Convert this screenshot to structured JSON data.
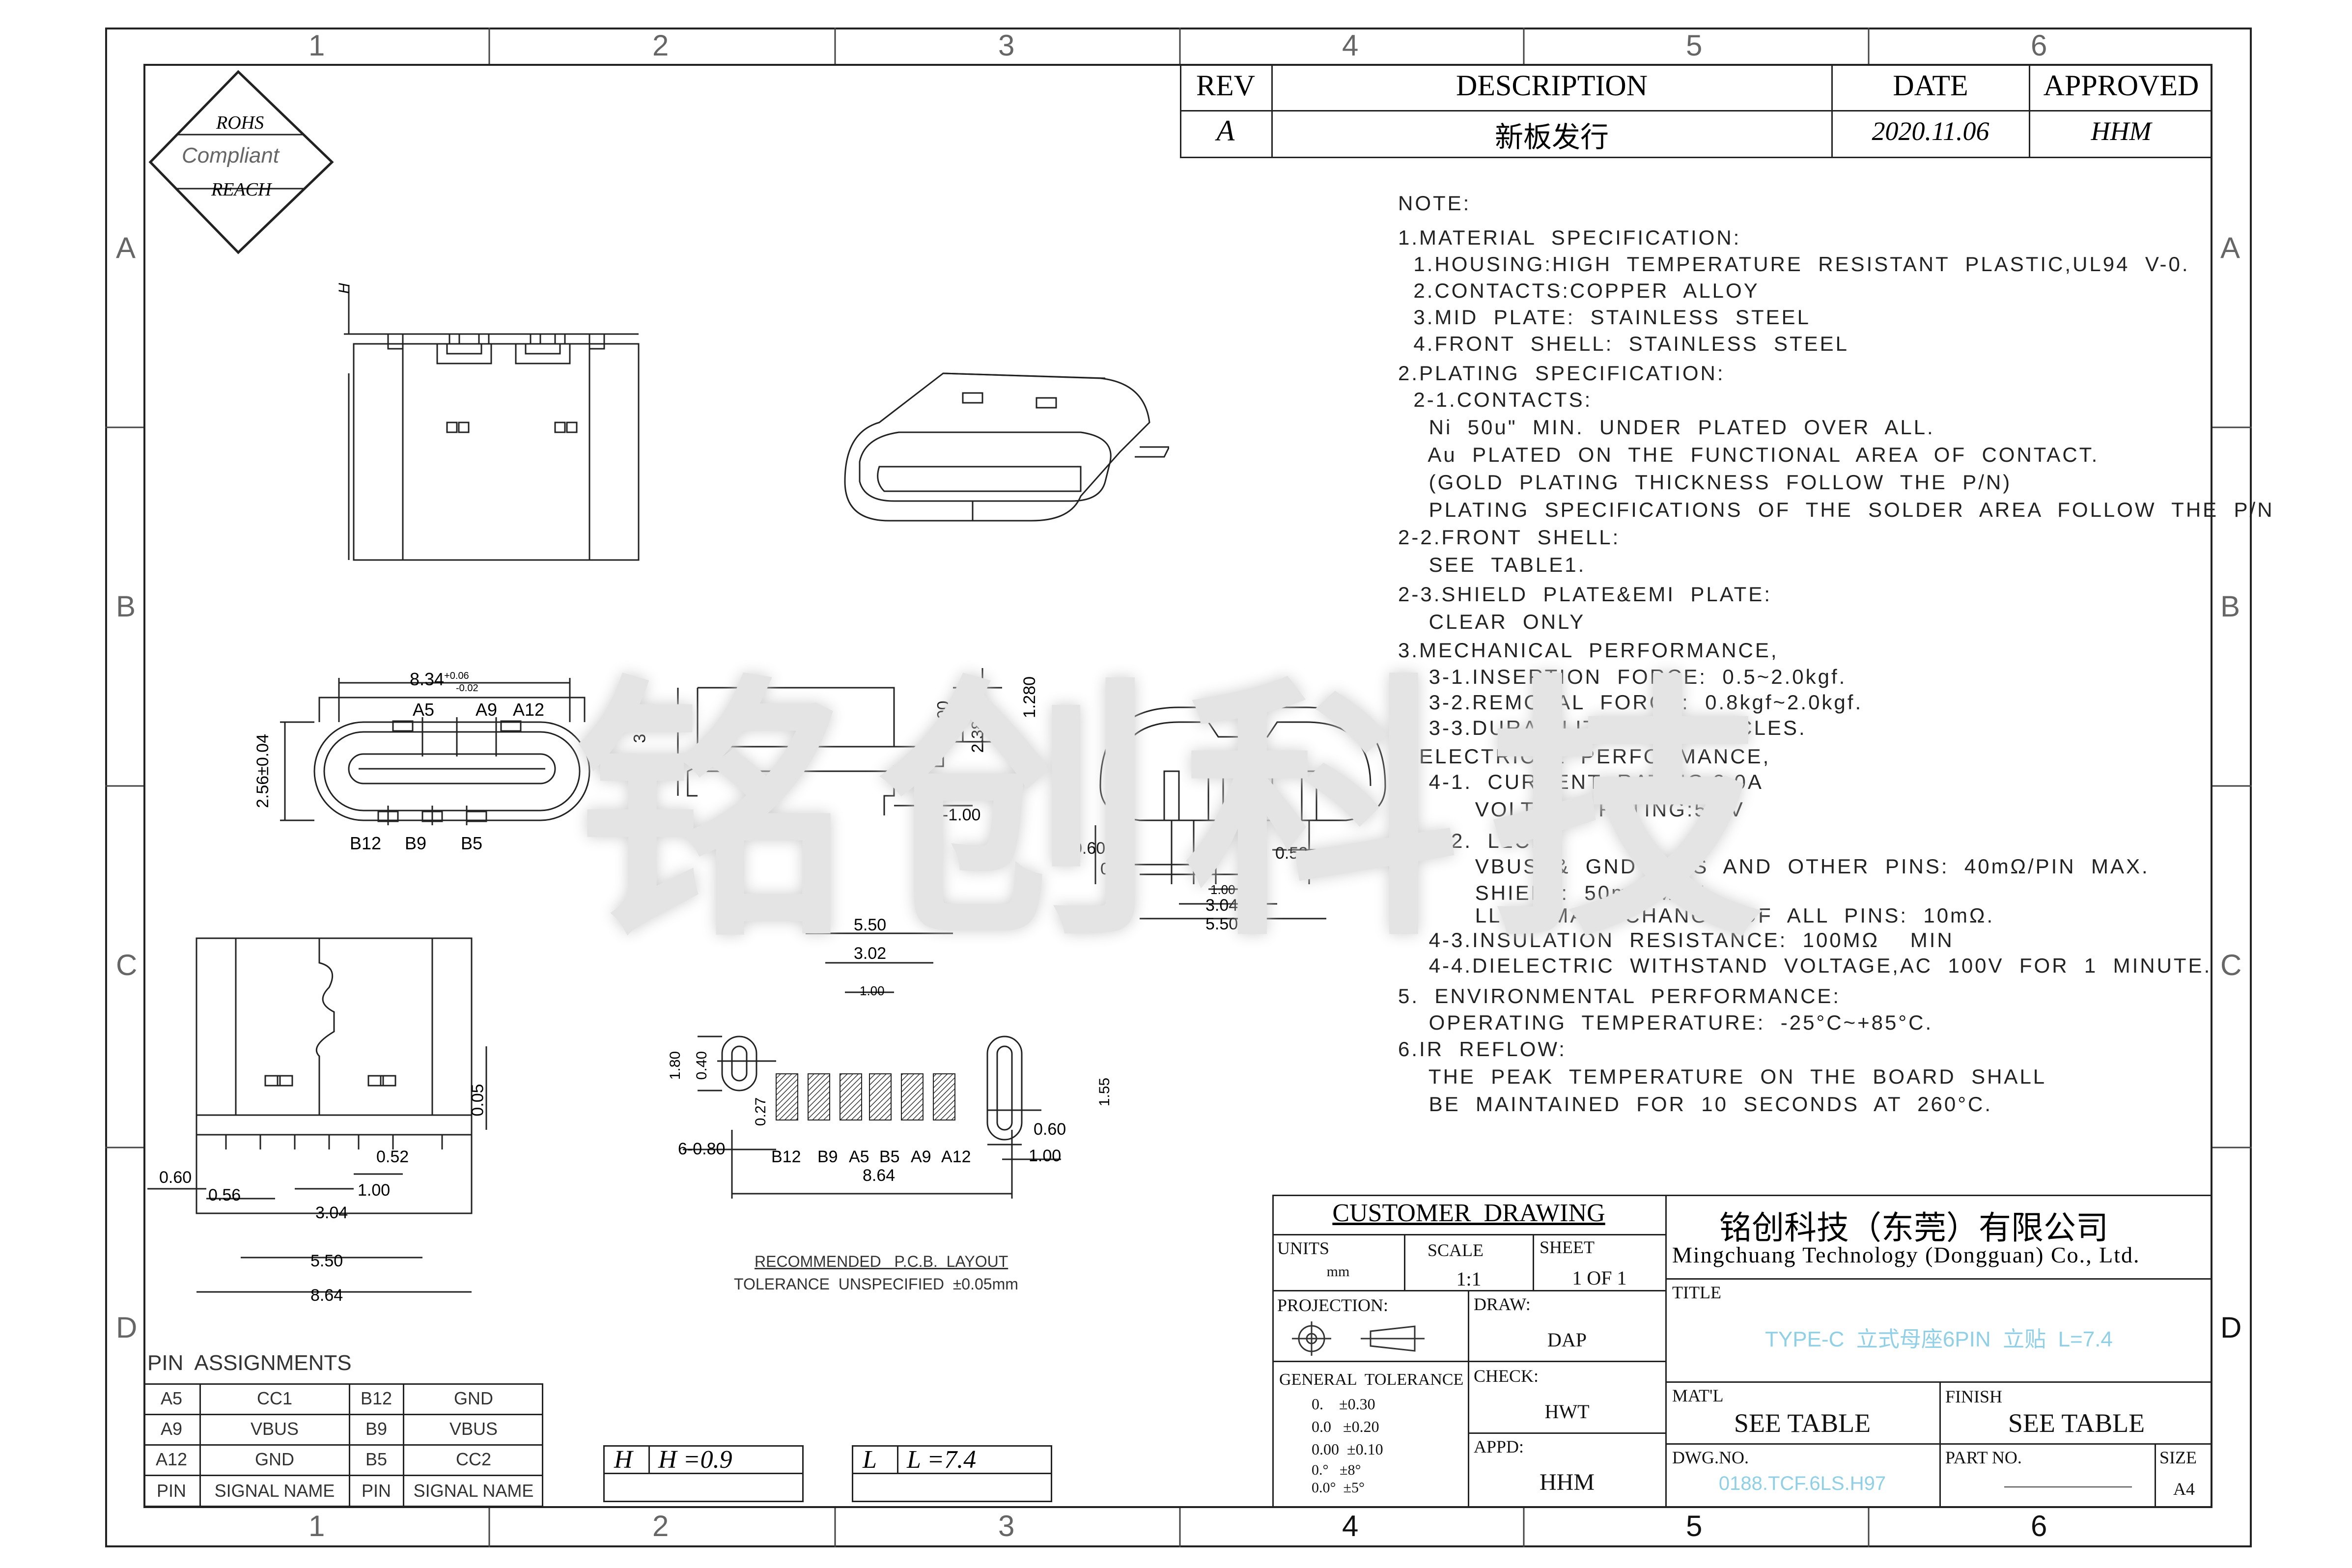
{
  "zones": {
    "cols": [
      "1",
      "2",
      "3",
      "4",
      "5",
      "6"
    ],
    "rows": [
      "A",
      "B",
      "C",
      "D"
    ]
  },
  "rohs": {
    "line1": "ROHS",
    "line2": "Compliant",
    "line3": "REACH"
  },
  "revision": {
    "headers": {
      "rev": "REV",
      "description": "DESCRIPTION",
      "date": "DATE",
      "approved": "APPROVED"
    },
    "row": {
      "rev": "A",
      "description": "新板发行",
      "date": "2020.11.06",
      "approved": "HHM"
    }
  },
  "notes": [
    "NOTE:",
    "1.MATERIAL  SPECIFICATION:",
    "  1.HOUSING:HIGH  TEMPERATURE  RESISTANT  PLASTIC,UL94  V-0.",
    "  2.CONTACTS:COPPER  ALLOY",
    "  3.MID  PLATE:  STAINLESS  STEEL",
    "  4.FRONT  SHELL:  STAINLESS  STEEL",
    "2.PLATING  SPECIFICATION:",
    "  2-1.CONTACTS:",
    "    Ni  50u\"  MIN.  UNDER  PLATED  OVER  ALL.",
    "    Au  PLATED  ON  THE  FUNCTIONAL  AREA  OF  CONTACT.",
    "    (GOLD  PLATING  THICKNESS  FOLLOW  THE  P/N)",
    "    PLATING  SPECIFICATIONS  OF  THE  SOLDER  AREA  FOLLOW  THE  P/N",
    "2-2.FRONT  SHELL:",
    "    SEE  TABLE1.",
    "2-3.SHIELD  PLATE&EMI  PLATE:",
    "    CLEAR  ONLY",
    "3.MECHANICAL  PERFORMANCE,",
    "    3-1.INSERTION  FORCE:  0.5~2.0kgf.",
    "    3-2.REMOVAL  FORCE:  0.8kgf~2.0kgf.",
    "    3-3.DURABILITY:  5000  CYCLES.",
    "4.ELECTRICAL  PERFORMANCE,",
    "    4-1.  CURRENT  RATING:3.0A",
    "          VOLTAGE  RATING:5.0V",
    "    4-2.  LLCR:",
    "          VBUS  &  GND  PINS  AND  OTHER  PINS:  40mΩ/PIN  MAX.",
    "          SHIELD:  50mΩ/MAX.",
    "          LLCR  MAX.  CHANGE  OF  ALL  PINS:  10mΩ.",
    "    4-3.INSULATION  RESISTANCE:  100MΩ    MIN",
    "    4-4.DIELECTRIC  WITHSTAND  VOLTAGE,AC  100V  FOR  1  MINUTE.",
    "5.  ENVIRONMENTAL  PERFORMANCE:",
    "    OPERATING  TEMPERATURE:  -25°C~+85°C.",
    "6.IR  REFLOW:",
    "    THE  PEAK  TEMPERATURE  ON  THE  BOARD  SHALL",
    "    BE  MAINTAINED  FOR  10  SECONDS  AT  260°C."
  ],
  "watermark": "铭创科技",
  "dims": {
    "h_label": "H",
    "width_834": "8.34",
    "tol_834_up": "+0.06",
    "tol_834_dn": "-0.02",
    "a5": "A5",
    "a9": "A9",
    "a12": "A12",
    "b12": "B12",
    "b9": "B9",
    "b5": "B5",
    "h256": "2.56±0.04",
    "d316": "3.16",
    "d100a": "1.00",
    "d238": "2.38",
    "d1280": "1.280",
    "d2x100": "2-1.00",
    "d060": "0.60",
    "d056": "0.56",
    "d052": "0.52",
    "d100b": "1.00",
    "d304": "3.04",
    "d550": "5.50",
    "d0250": "0.250",
    "pcb_550": "5.50",
    "pcb_302": "3.02",
    "pcb_100": "1.00",
    "pcb_180": "1.80",
    "pcb_040": "0.40",
    "pcb_027": "0.27",
    "pcb_155": "1.55",
    "pcb_6x080": "6-0.80",
    "pcb_060": "0.60",
    "pcb_100b": "1.00",
    "pcb_864": "8.64",
    "pcb_pins": [
      "B12",
      "B9",
      "A5",
      "B5",
      "A9",
      "A12"
    ],
    "side_005": "0.05",
    "side_060": "0.60",
    "side_056": "0.56",
    "side_052": "0.52",
    "side_100": "1.00",
    "side_304": "3.04",
    "side_550": "5.50",
    "side_864": "8.64"
  },
  "pcb_layout": {
    "title": "RECOMMENDED   P.C.B.  LAYOUT",
    "tolerance": "TOLERANCE  UNSPECIFIED  ±0.05mm"
  },
  "pin_assignments": {
    "title": "PIN  ASSIGNMENTS",
    "rows": [
      [
        "A5",
        "CC1",
        "B12",
        "GND"
      ],
      [
        "A9",
        "VBUS",
        "B9",
        "VBUS"
      ],
      [
        "A12",
        "GND",
        "B5",
        "CC2"
      ],
      [
        "PIN",
        "SIGNAL NAME",
        "PIN",
        "SIGNAL NAME"
      ]
    ]
  },
  "hl_boxes": {
    "h_key": "H",
    "h_val": "H =0.9",
    "l_key": "L",
    "l_val": "L =7.4"
  },
  "title_block": {
    "customer_drawing": "CUSTOMER  DRAWING",
    "units_label": "UNITS",
    "units_val": "mm",
    "scale_label": "SCALE",
    "scale_val": "1:1",
    "sheet_label": "SHEET",
    "sheet_val": "1 OF 1",
    "projection_label": "PROJECTION:",
    "draw_label": "DRAW:",
    "draw_val": "DAP",
    "general_tol_label": "GENERAL  TOLERANCE",
    "tol_rows": [
      "0.    ±0.30",
      "0.0   ±0.20",
      "0.00  ±0.10",
      "0.°   ±8°",
      "0.0°  ±5°"
    ],
    "check_label": "CHECK:",
    "check_val": "HWT",
    "appd_label": "APPD:",
    "appd_val": "HHM",
    "company_cn": "铭创科技（东莞）有限公司",
    "company_en": "Mingchuang Technology (Dongguan) Co., Ltd.",
    "title_label": "TITLE",
    "title_val": "TYPE-C  立式母座6PIN  立贴  L=7.4",
    "matl_label": "MAT'L",
    "matl_val": "SEE TABLE",
    "finish_label": "FINISH",
    "finish_val": "SEE TABLE",
    "dwgno_label": "DWG.NO.",
    "dwgno_val": "0188.TCF.6LS.H97",
    "partno_label": "PART NO.",
    "size_label": "SIZE",
    "size_val": "A4"
  },
  "colors": {
    "line": "#222222",
    "faint": "#666666",
    "cyan": "#8fd0e6",
    "watermark": "#e4e4e4"
  }
}
